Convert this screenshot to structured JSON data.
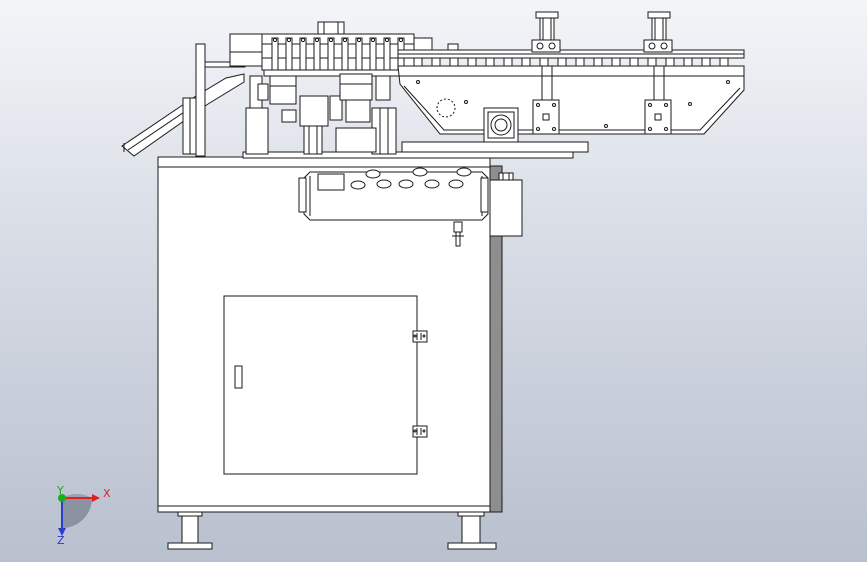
{
  "viewport": {
    "background_top": "#f3f5f8",
    "background_bottom": "#b9c0ce",
    "model_line_color": "#1a1a1a",
    "model_fill_color": "#ffffff",
    "shadow_color": "#8e8e8e"
  },
  "triad": {
    "x_label": "X",
    "y_label": "Y",
    "z_label": "Z",
    "x_color": "#e02020",
    "y_color": "#18b018",
    "z_color": "#2a3cc8"
  }
}
